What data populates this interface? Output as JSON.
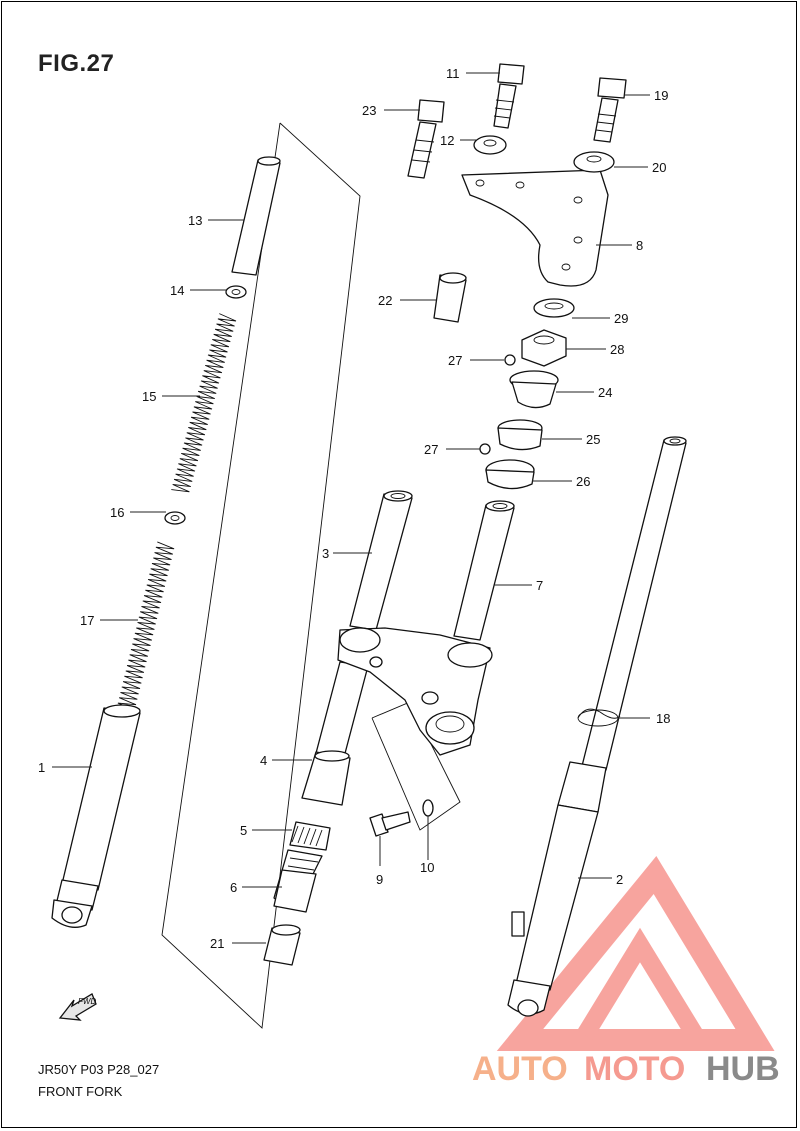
{
  "figure": {
    "title": "FIG.27",
    "model_code": "JR50Y P03 P28_027",
    "section_name": "FRONT FORK"
  },
  "watermark": {
    "part1": "AUTO",
    "part2": "MOTO",
    "part3": "HUB",
    "colors": {
      "auto": "#f6b08a",
      "moto": "#f59a90",
      "hub": "#8a8a8a",
      "logo": "#f25a50"
    }
  },
  "fwd_badge": "FWD",
  "callouts": [
    "1",
    "2",
    "3",
    "4",
    "5",
    "6",
    "7",
    "8",
    "9",
    "10",
    "11",
    "12",
    "13",
    "14",
    "15",
    "16",
    "17",
    "18",
    "19",
    "20",
    "21",
    "22",
    "23",
    "24",
    "25",
    "26",
    "27",
    "27",
    "28",
    "29"
  ]
}
